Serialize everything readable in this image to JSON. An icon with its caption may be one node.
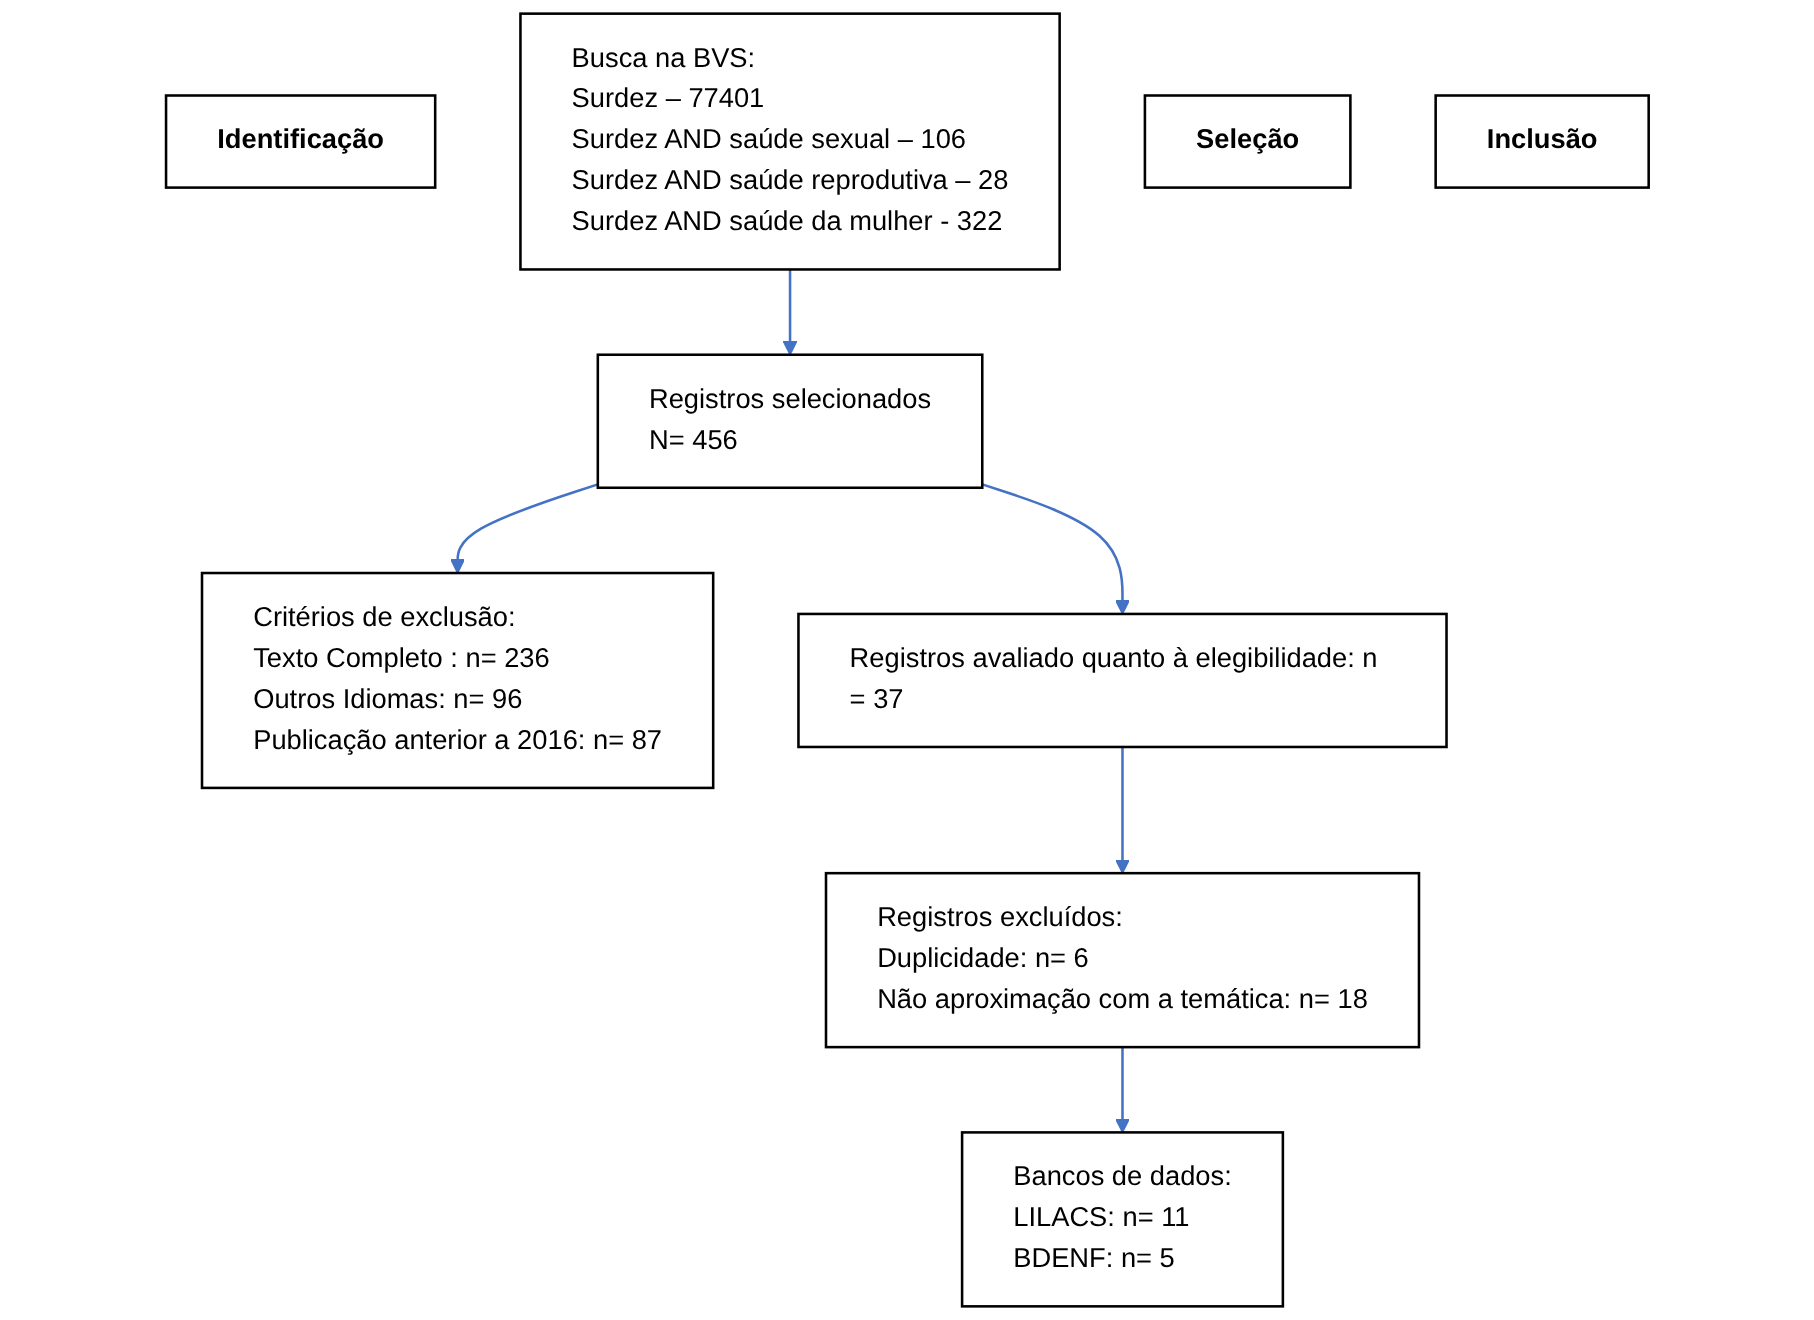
{
  "diagram": {
    "nodes": [
      {
        "text": [
          "Identificação"
        ]
      },
      {
        "text": [
          "Busca na BVS:",
          "Surdez – 77401",
          "Surdez AND saúde sexual – 106",
          "Surdez AND saúde reprodutiva – 28",
          "Surdez AND saúde da mulher - 322"
        ]
      },
      {
        "text": [
          "Seleção"
        ]
      },
      {
        "text": [
          "Registros selecionados",
          "N= 456"
        ]
      },
      {
        "text": [
          "Critérios de exclusão:",
          "Texto Completo : n= 236",
          "Outros Idiomas: n= 96",
          "Publicação anterior a 2016: n= 87"
        ]
      },
      {
        "text": [
          "Registros avaliado quanto à elegibilidade: n = 37"
        ]
      },
      {
        "text": [
          "Registros excluídos:",
          "Duplicidade: n= 6",
          "Não aproximação com a temática: n= 18"
        ]
      },
      {
        "text": [
          "Inclusão"
        ]
      },
      {
        "text": [
          "Bancos de dados:",
          "LILACS: n= 11",
          "BDENF: n= 5"
        ]
      }
    ],
    "edges": [
      {
        "from": 1,
        "to": 3,
        "arrow": "to"
      },
      {
        "from": 3,
        "to": 4,
        "arrow": "to"
      },
      {
        "from": 3,
        "to": 5,
        "arrow": "to"
      },
      {
        "from": 5,
        "to": 6,
        "arrow": "to"
      },
      {
        "from": 6,
        "to": 8,
        "arrow": "to"
      }
    ]
  }
}
